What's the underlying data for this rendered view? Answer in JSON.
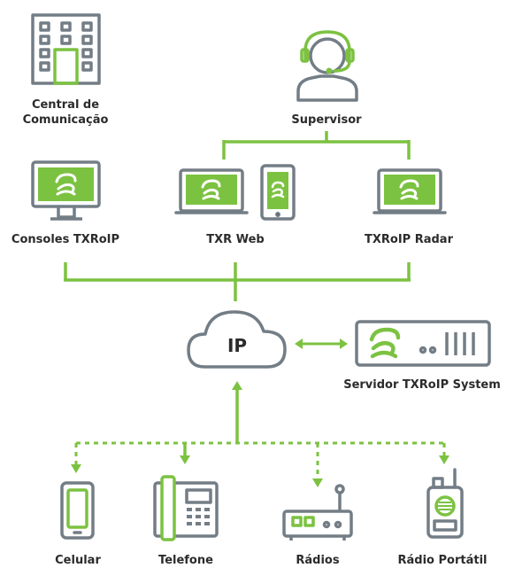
{
  "colors": {
    "accent_green": "#7cc241",
    "icon_gray": "#737d86",
    "text": "#2b2b2b"
  },
  "nodes": {
    "central": {
      "label_line1": "Central de",
      "label_line2": "Comunicação",
      "icon": "building-icon"
    },
    "supervisor": {
      "label": "Supervisor",
      "icon": "headset-person-icon"
    },
    "consoles": {
      "label": "Consoles TXRoIP",
      "icon": "monitor-icon"
    },
    "txr_web": {
      "label": "TXR Web",
      "icon": "laptop-phone-icon"
    },
    "radar": {
      "label": "TXRoIP Radar",
      "icon": "laptop-icon"
    },
    "cloud": {
      "label": "IP",
      "icon": "cloud-icon"
    },
    "server": {
      "label": "Servidor TXRoIP System",
      "icon": "server-icon"
    },
    "celular": {
      "label": "Celular",
      "icon": "mobile-phone-icon"
    },
    "telefone": {
      "label": "Telefone",
      "icon": "desk-phone-icon"
    },
    "radios": {
      "label": "Rádios",
      "icon": "radio-base-icon"
    },
    "radio_portatil": {
      "label": "Rádio Portátil",
      "icon": "walkie-talkie-icon"
    }
  }
}
